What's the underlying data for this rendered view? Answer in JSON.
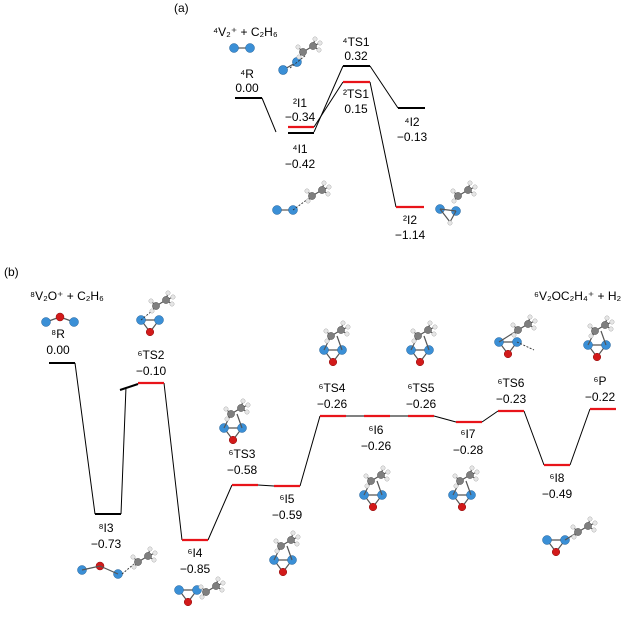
{
  "panel_a": {
    "label": "(a)",
    "reaction": "⁴V₂⁺ + C₂H₆",
    "states": [
      {
        "id": "4R",
        "name": "⁴R",
        "energy": "0.00",
        "color": "black"
      },
      {
        "id": "2I1",
        "name": "²I1",
        "energy": "−0.34",
        "color": "red"
      },
      {
        "id": "4I1",
        "name": "⁴I1",
        "energy": "−0.42",
        "color": "black"
      },
      {
        "id": "4TS1",
        "name": "⁴TS1",
        "energy": "0.32",
        "color": "black"
      },
      {
        "id": "2TS1",
        "name": "²TS1",
        "energy": "0.15",
        "color": "red"
      },
      {
        "id": "4I2",
        "name": "⁴I2",
        "energy": "−0.13",
        "color": "black"
      },
      {
        "id": "2I2",
        "name": "²I2",
        "energy": "−1.14",
        "color": "red"
      }
    ]
  },
  "panel_b": {
    "label": "(b)",
    "reactant_label": "⁸V₂O⁺ + C₂H₆",
    "product_label": "⁶V₂OC₂H₄⁺ + H₂",
    "states": [
      {
        "id": "8R",
        "name": "⁸R",
        "energy": "0.00",
        "color": "black"
      },
      {
        "id": "8I3",
        "name": "⁸I3",
        "energy": "−0.73",
        "color": "black"
      },
      {
        "id": "6TS2",
        "name": "⁶TS2",
        "energy": "−0.10",
        "color": "red"
      },
      {
        "id": "6I4",
        "name": "⁶I4",
        "energy": "−0.85",
        "color": "red"
      },
      {
        "id": "6TS3",
        "name": "⁶TS3",
        "energy": "−0.58",
        "color": "red"
      },
      {
        "id": "6I5",
        "name": "⁶I5",
        "energy": "−0.59",
        "color": "red"
      },
      {
        "id": "6TS4",
        "name": "⁶TS4",
        "energy": "−0.26",
        "color": "red"
      },
      {
        "id": "6I6",
        "name": "⁶I6",
        "energy": "−0.26",
        "color": "red"
      },
      {
        "id": "6TS5",
        "name": "⁶TS5",
        "energy": "−0.26",
        "color": "red"
      },
      {
        "id": "6I7",
        "name": "⁶I7",
        "energy": "−0.28",
        "color": "red"
      },
      {
        "id": "6TS6",
        "name": "⁶TS6",
        "energy": "−0.23",
        "color": "red"
      },
      {
        "id": "6I8",
        "name": "⁶I8",
        "energy": "−0.49",
        "color": "red"
      },
      {
        "id": "6P",
        "name": "⁶P",
        "energy": "−0.22",
        "color": "red"
      }
    ]
  },
  "colors": {
    "doublet_sextet": "#e8141a",
    "quartet_octet": "#000000",
    "vanadium": "#3a8fd6",
    "oxygen": "#d21a1a",
    "carbon": "#7f7f7f",
    "hydrogen": "#e6e6e6"
  }
}
